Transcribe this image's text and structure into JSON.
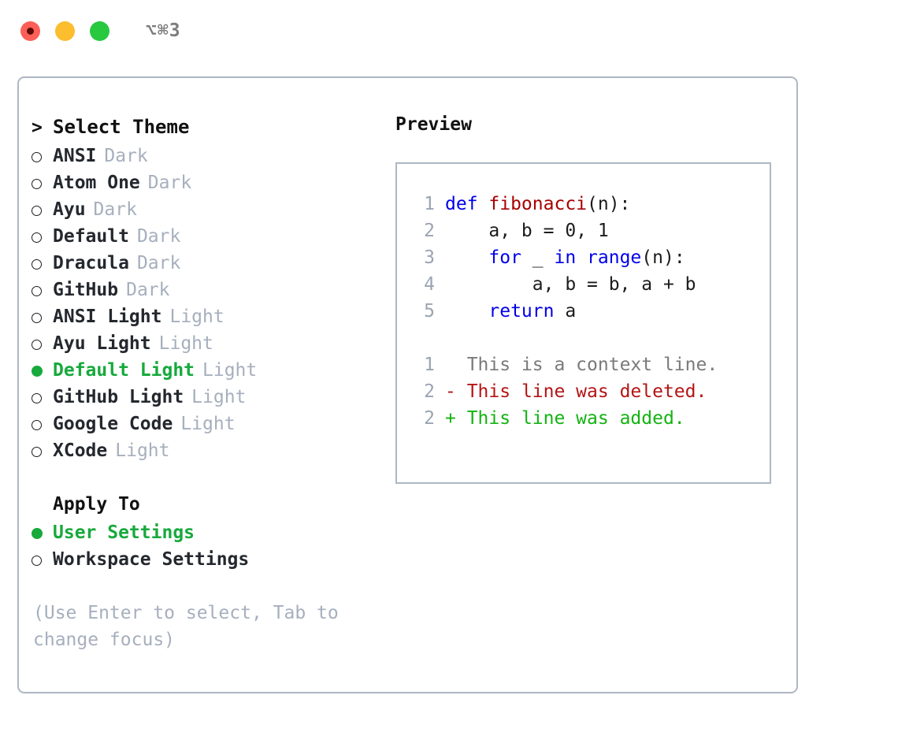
{
  "window": {
    "shortcut": "⌥⌘3",
    "traffic_lights": [
      "close-red",
      "minimize-yellow",
      "zoom-green"
    ]
  },
  "theme_picker": {
    "prompt": ">",
    "header": "Select Theme",
    "items": [
      {
        "name": "ANSI",
        "tag": "Dark",
        "selected": false
      },
      {
        "name": "Atom One",
        "tag": "Dark",
        "selected": false
      },
      {
        "name": "Ayu",
        "tag": "Dark",
        "selected": false
      },
      {
        "name": "Default",
        "tag": "Dark",
        "selected": false
      },
      {
        "name": "Dracula",
        "tag": "Dark",
        "selected": false
      },
      {
        "name": "GitHub",
        "tag": "Dark",
        "selected": false
      },
      {
        "name": "ANSI Light",
        "tag": "Light",
        "selected": false
      },
      {
        "name": "Ayu Light",
        "tag": "Light",
        "selected": false
      },
      {
        "name": "Default Light",
        "tag": "Light",
        "selected": true
      },
      {
        "name": "GitHub Light",
        "tag": "Light",
        "selected": false
      },
      {
        "name": "Google Code",
        "tag": "Light",
        "selected": false
      },
      {
        "name": "XCode",
        "tag": "Light",
        "selected": false
      }
    ]
  },
  "apply_to": {
    "title": "Apply To",
    "options": [
      {
        "label": "User Settings",
        "selected": true
      },
      {
        "label": "Workspace Settings",
        "selected": false
      }
    ]
  },
  "hint": "(Use Enter to select, Tab to change focus)",
  "preview": {
    "title": "Preview",
    "code_lines": [
      {
        "num": "1",
        "segments": [
          {
            "text": "def ",
            "style": "kw"
          },
          {
            "text": "fibonacci",
            "style": "fn"
          },
          {
            "text": "(n):",
            "style": "code-text"
          }
        ]
      },
      {
        "num": "2",
        "segments": [
          {
            "text": "    a, b = 0, 1",
            "style": "code-text"
          }
        ]
      },
      {
        "num": "3",
        "segments": [
          {
            "text": "    ",
            "style": "code-text"
          },
          {
            "text": "for",
            "style": "kw"
          },
          {
            "text": " _ ",
            "style": "code-text"
          },
          {
            "text": "in ",
            "style": "kw"
          },
          {
            "text": "range",
            "style": "kw"
          },
          {
            "text": "(n):",
            "style": "code-text"
          }
        ]
      },
      {
        "num": "4",
        "segments": [
          {
            "text": "        a, b = b, a + b",
            "style": "code-text"
          }
        ]
      },
      {
        "num": "5",
        "segments": [
          {
            "text": "    ",
            "style": "code-text"
          },
          {
            "text": "return",
            "style": "kw"
          },
          {
            "text": " a",
            "style": "code-text"
          }
        ]
      }
    ],
    "diff_lines": [
      {
        "num": "1",
        "marker": "  ",
        "text": "This is a context line.",
        "style": "ctx"
      },
      {
        "num": "2",
        "marker": "- ",
        "text": "This line was deleted.",
        "style": "del"
      },
      {
        "num": "2",
        "marker": "+ ",
        "text": "This line was added.",
        "style": "add"
      }
    ]
  },
  "colors": {
    "accent_green": "#17a93c",
    "muted": "#a6afbd",
    "border": "#aeb7c4",
    "keyword": "#0000e8",
    "function": "#a80000",
    "deleted": "#b51414",
    "added": "#13b312"
  }
}
